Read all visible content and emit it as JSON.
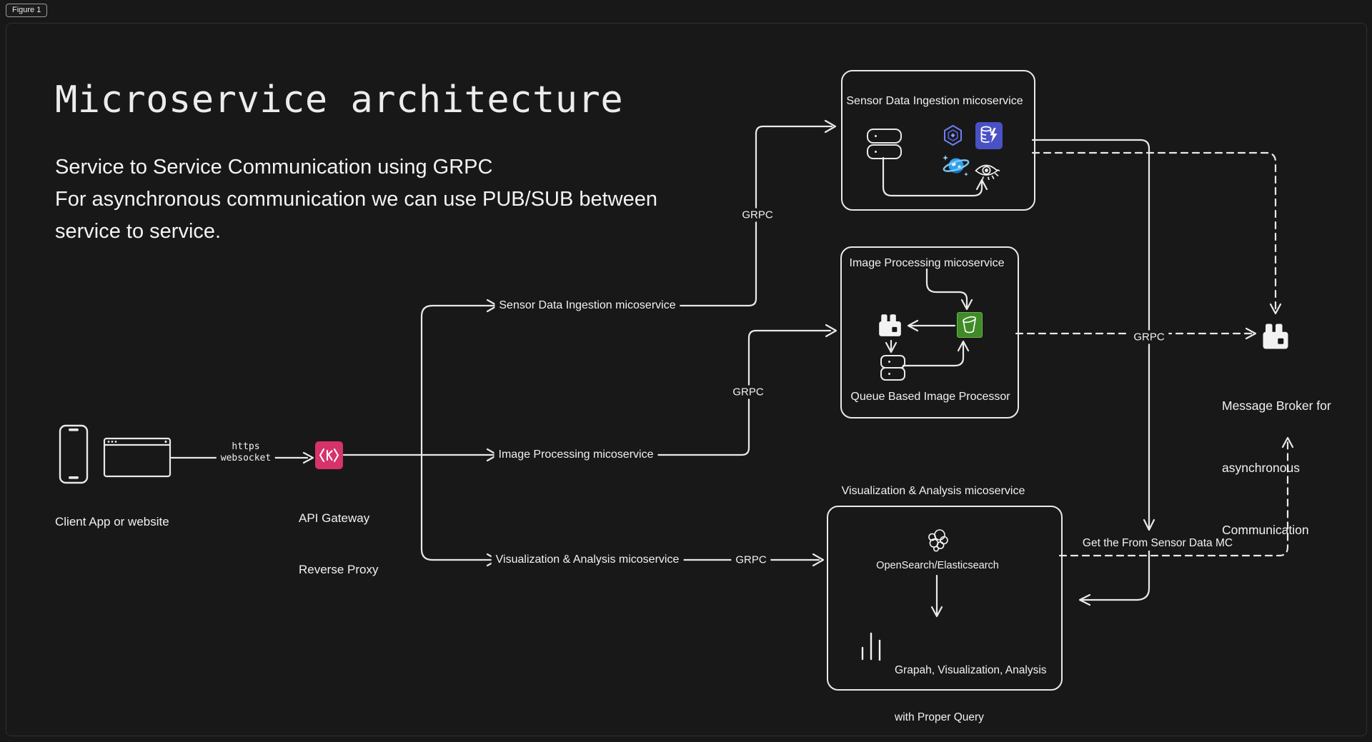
{
  "figure": {
    "label": "Figure 1"
  },
  "header": {
    "title": "Microservice architecture",
    "subtitle_lines": [
      "Service to Service Communication using GRPC",
      "For asynchronous communication we can use PUB/SUB between",
      "service to service."
    ]
  },
  "client": {
    "label": "Client App or website",
    "protocol": {
      "line1": "https",
      "line2": "websocket"
    }
  },
  "gateway": {
    "line1": "API Gateway",
    "line2": "Reverse Proxy"
  },
  "branches": {
    "sensor_label": "Sensor Data Ingestion micoservice",
    "image_label": "Image Processing micoservice",
    "viz_label": "Visualization & Analysis micoservice",
    "grpc": "GRPC"
  },
  "sensor_service": {
    "title": "Sensor Data Ingestion micoservice"
  },
  "image_service": {
    "title": "Image Processing micoservice",
    "caption": "Queue Based Image Processor"
  },
  "viz_service": {
    "title": "Visualization & Analysis micoservice",
    "engine": "OpenSearch/Elasticsearch",
    "result_line1": "Grapah, Visualization, Analysis",
    "result_line2": "with Proper Query"
  },
  "broker": {
    "get_label": "Get the From Sensor Data MC",
    "line1": "Message Broker for",
    "line2": "asynchronous",
    "line3": "Communication"
  },
  "colors": {
    "background": "#181818",
    "stroke": "#e9e9e9",
    "text": "#f1f1f1",
    "gateway_pink": "#d6336c",
    "bucket_green": "#3f8b28",
    "bucket_green_border": "#6fae53",
    "db_indigo": "#4a51c4",
    "planet_blue": "#2f9fe8",
    "hex_blue": "#6f7ff2"
  },
  "icons": {
    "phone-icon": "smartphone outline",
    "browser-icon": "browser window outline",
    "api-gateway-icon": "pink api gateway square",
    "hex-db-icon": "blue hexagon database logo",
    "accel-db-icon": "indigo database with lightning bolt",
    "planet-icon": "ringed planet with sparkles",
    "eye-icon": "hand-drawn eye",
    "queue-icon": "stacked message queue pills",
    "rabbitmq-icon": "rabbitmq logo",
    "s3-bucket-icon": "green storage bucket",
    "elasticsearch-icon": "elasticsearch bubbles logo",
    "bar-chart-icon": "three vertical bars"
  }
}
